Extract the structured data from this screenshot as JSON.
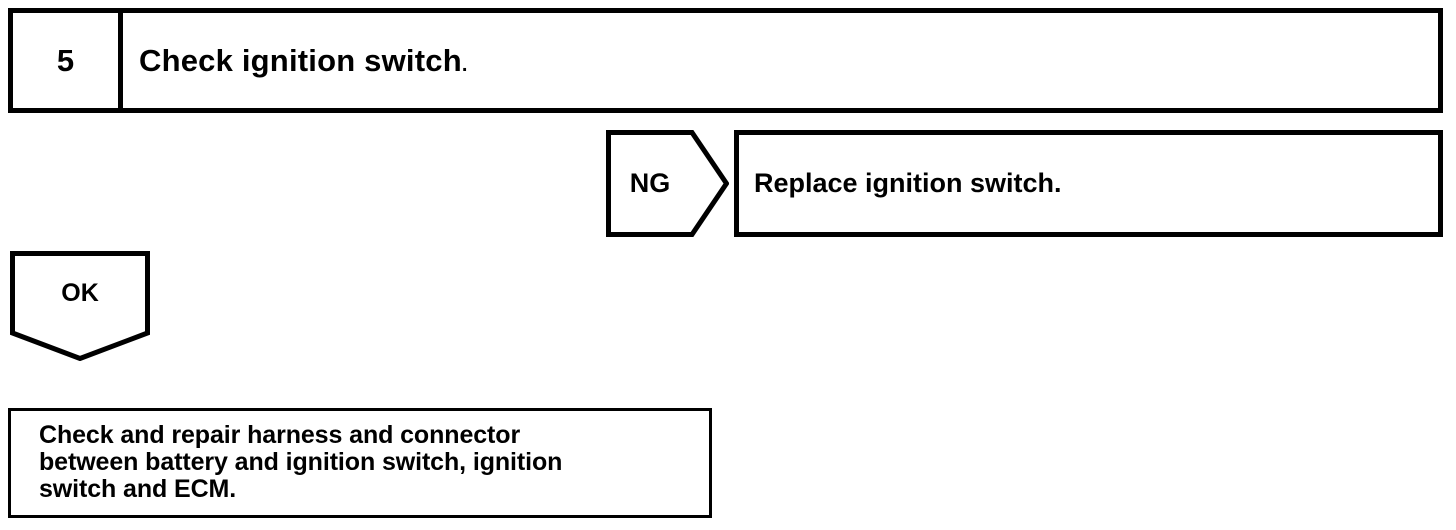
{
  "diagram": {
    "type": "diagnostic-flowchart",
    "colors": {
      "line": "#000000",
      "background": "#ffffff",
      "text": "#000000"
    },
    "step": {
      "number": "5",
      "title": "Check ignition switch",
      "title_period": "."
    },
    "branches": [
      {
        "id": "ng",
        "label": "NG",
        "direction": "right",
        "result_text": "Replace ignition switch."
      },
      {
        "id": "ok",
        "label": "OK",
        "direction": "down",
        "result_text": "Check and repair harness and connector\nbetween battery and ignition switch, ignition\nswitch and ECM."
      }
    ]
  }
}
